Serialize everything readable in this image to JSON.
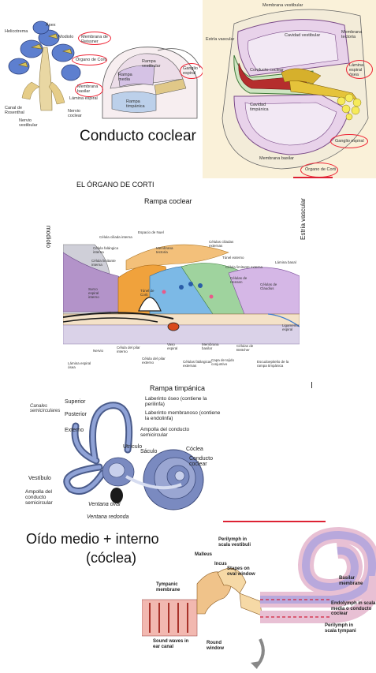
{
  "panel1": {
    "left_labels": {
      "helicotrema": "Helicotrema",
      "apex": "Ápex",
      "modiolo": "Modiolo",
      "membrana_reissner": "Membrana de Reissner",
      "organo_corti": "Órgano de Corti",
      "membrana_basilar": "Membrana basilar",
      "lamina_espiral": "Lámina espiral",
      "nervio_coclear": "Nervio coclear",
      "canal_rosenthal": "Canal de Rosenthal",
      "nervio_vestibular": "Nervio vestibular"
    },
    "mid_labels": {
      "rampa_vestibular": "Rampa vestibular",
      "rampa_media": "Rampa media",
      "rampa_timpanica": "Rampa timpánica",
      "ganglio_espiral": "Ganglio espiral"
    },
    "right_labels": {
      "membrana_vestibular": "Membrana vestibular",
      "estria_vascular": "Estría vascular",
      "cavidad_vestibular": "Cavidad vestibular",
      "membrana_tectoria": "Membrana tectoria",
      "conducto_coclear": "Conducto coclear",
      "lamina_espiral_osea": "Lámina espiral ósea",
      "cavidad_timpanica": "Cavidad timpánica",
      "ganglio_espiral": "Ganglio espiral",
      "membrana_basilar": "Membrana basilar",
      "organo_corti": "Órgano de Corti"
    },
    "caption": "Conducto coclear"
  },
  "panel2": {
    "title": "EL ÓRGANO DE CORTI",
    "top_label": "Rampa coclear",
    "left_vertical": "modiolo",
    "right_vertical": "Estría vascular",
    "bottom_label": "Rampa timpánica",
    "labels": {
      "espacio_nuel": "Espacio de Nuel",
      "celula_ciliada_interna": "Célula ciliada interna",
      "celula_falangica_interna": "Célula falángica interna",
      "celula_limitante_interna": "Célula limitante interna",
      "membrana_tectoria": "Membrana tectoria",
      "celulas_ciliadas_externas": "Células ciliadas externas",
      "tunel_externo": "Túnel externo",
      "lamina_basal": "Lámina basal",
      "celula_limitante_externa": "Célula limitante externa",
      "celulas_hensen": "Células de Hensen",
      "celulas_claudius": "Células de Claudius",
      "surco_espiral_interno": "Surco espiral interno",
      "tunel_corti": "Túnel de Corti",
      "ligamento_espiral": "Ligamento espiral",
      "lamina_espiral_osea": "Lámina espiral ósea",
      "nervio": "Nervio",
      "celula_pilar_interno": "Célula del pilar interno",
      "celula_pilar_externo": "Célula del pilar externo",
      "vaso_espiral": "Vaso espiral",
      "celulas_falangicas_externas": "Células falángicas externas",
      "membrana_basilar": "Membrana basilar",
      "capa_tejido_conjuntivo": "Capa de tejido conjuntivo",
      "celulas_bottcher": "Células de Böttcher",
      "escudo_epitelio": "Escudoepitelio de la rampa timpánica"
    }
  },
  "panel3": {
    "canales_semicirculares": "Canales semicirculares",
    "superior": "Superior",
    "posterior": "Posterior",
    "externo": "Externo",
    "laberinto_oseo": "Laberinto óseo (contiene la perilinfa)",
    "laberinto_membranoso": "Laberinto membranoso (contiene la endolinfa)",
    "ampolla_semicircular": "Ampolla del conducto semicircular",
    "utriculo": "Utrículo",
    "saculo": "Sáculo",
    "coclea": "Cóclea",
    "conducto_coclear": "Conducto coclear",
    "vestibulo": "Vestíbulo",
    "ampolla_conducto": "Ampolla del conducto semicircular",
    "ventana_oval": "Ventana oval",
    "ventana_redonda": "Ventana redonda"
  },
  "panel4": {
    "caption_line1": "Oído medio + interno",
    "caption_line2": "(cóclea)",
    "malleus": "Malleus",
    "incus": "Incus",
    "perilymph_vestibuli": "Perilymph in scala vestibuli",
    "stapes": "Stapes on oval window",
    "tympanic_membrane": "Tympanic membrane",
    "basilar_membrane": "Basilar membrane",
    "endolymph": "Endolymph in scala media o conducto coclear",
    "perilymph_tympani": "Perilymph in scala tympani",
    "sound_waves": "Sound waves in ear canal",
    "round_window": "Round window"
  },
  "colors": {
    "bone_pink": "#f0c9d2",
    "duct_purple": "#c9b2dd",
    "cochlea_blue": "#5a78c8",
    "red_circle": "#e02030",
    "corti_orange": "#f2a64a"
  }
}
